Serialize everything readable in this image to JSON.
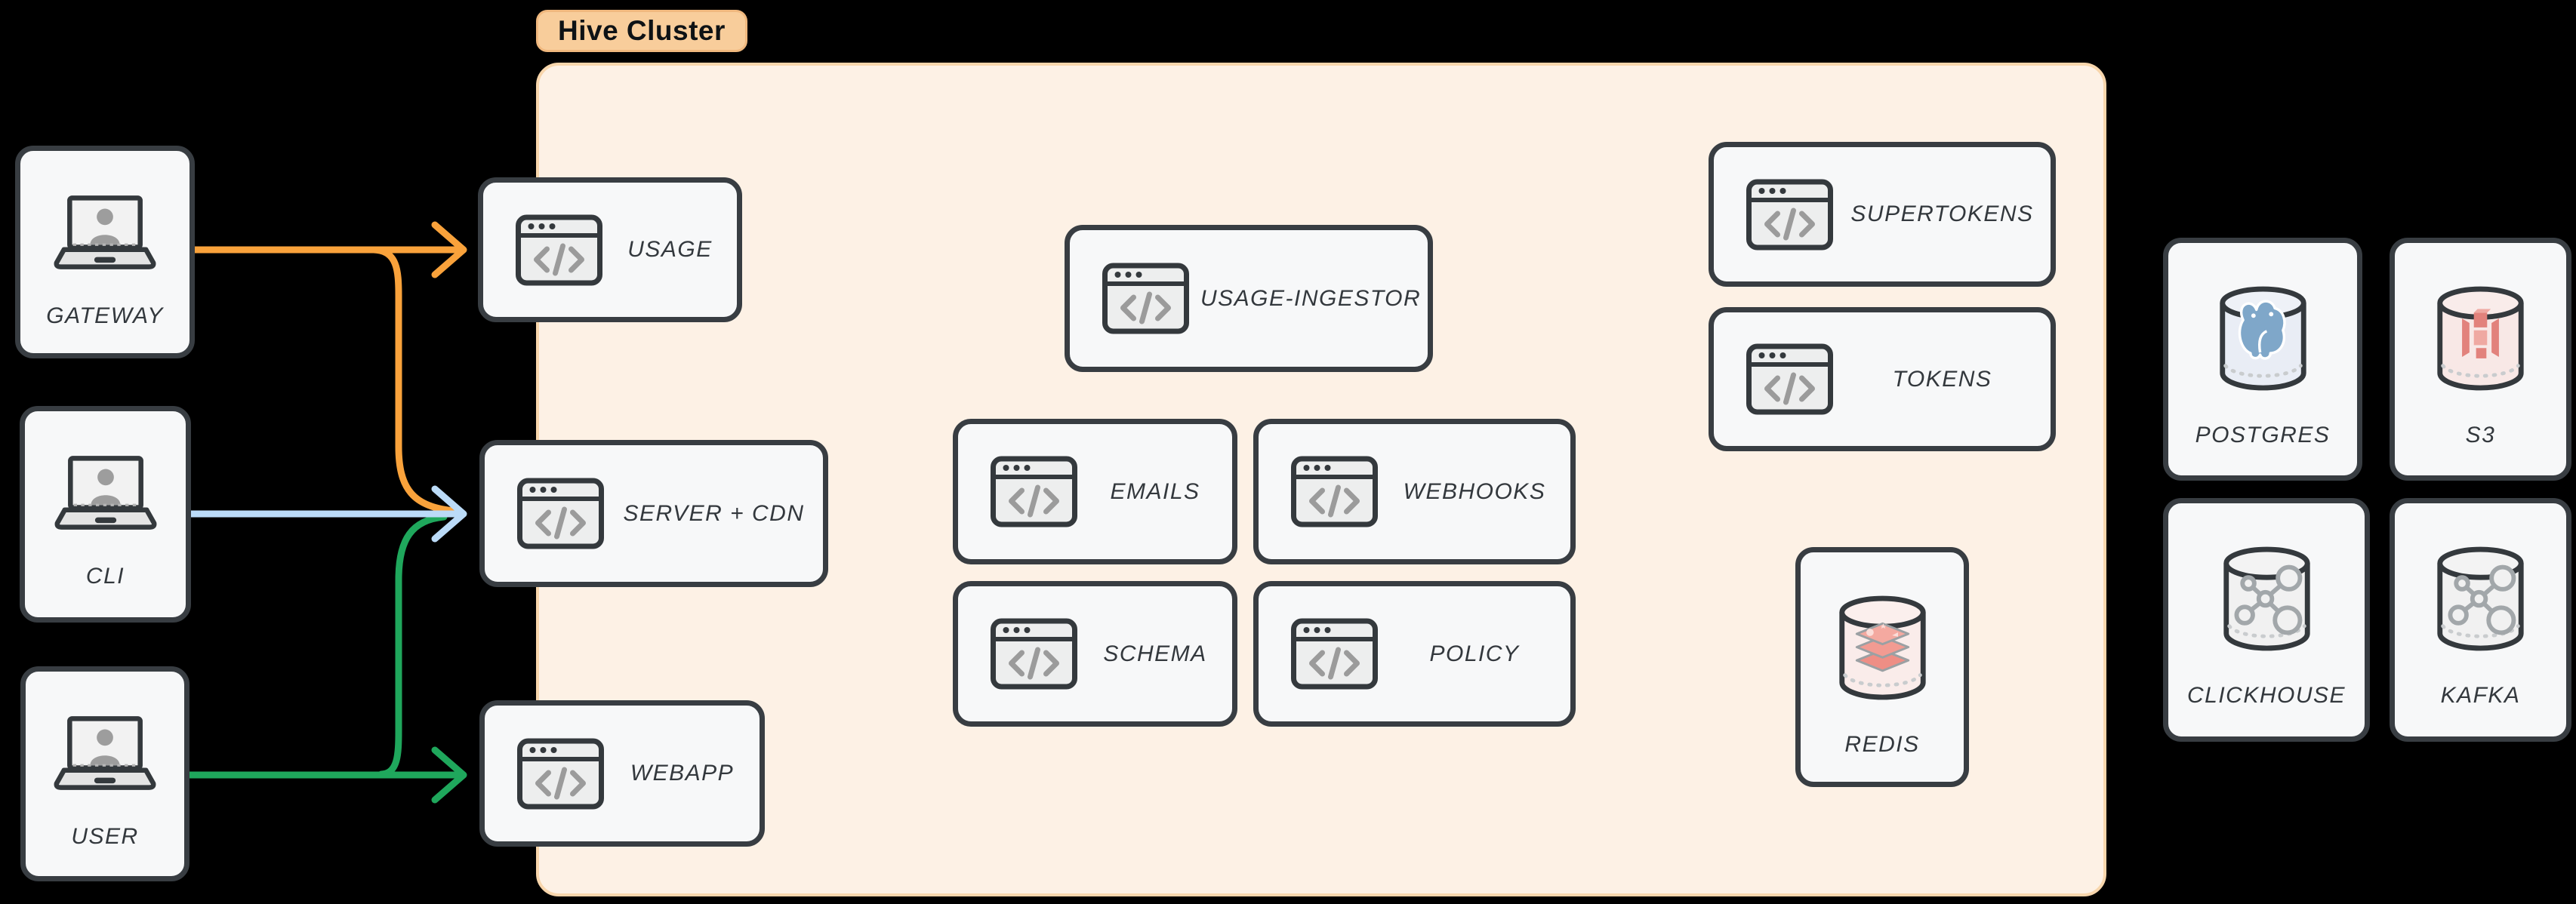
{
  "diagram": {
    "cluster": {
      "label": "Hive Cluster"
    },
    "clients": [
      {
        "id": "gateway",
        "label": "GATEWAY"
      },
      {
        "id": "cli",
        "label": "CLI"
      },
      {
        "id": "user",
        "label": "USER"
      }
    ],
    "services": [
      {
        "id": "usage",
        "label": "USAGE"
      },
      {
        "id": "server-cdn",
        "label": "SERVER + CDN"
      },
      {
        "id": "webapp",
        "label": "WEBAPP"
      },
      {
        "id": "usage-ingestor",
        "label": "USAGE-INGESTOR"
      },
      {
        "id": "emails",
        "label": "EMAILS"
      },
      {
        "id": "webhooks",
        "label": "WEBHOOKS"
      },
      {
        "id": "schema",
        "label": "SCHEMA"
      },
      {
        "id": "policy",
        "label": "POLICY"
      },
      {
        "id": "supertokens",
        "label": "SUPERTOKENS"
      },
      {
        "id": "tokens",
        "label": "TOKENS"
      },
      {
        "id": "redis",
        "label": "REDIS"
      }
    ],
    "databases": [
      {
        "id": "postgres",
        "label": "POSTGRES"
      },
      {
        "id": "s3",
        "label": "S3"
      },
      {
        "id": "clickhouse",
        "label": "CLICKHOUSE"
      },
      {
        "id": "kafka",
        "label": "KAFKA"
      }
    ],
    "edges": [
      {
        "from": "user",
        "to": "server-cdn",
        "color": "#1FA75C"
      },
      {
        "from": "gateway",
        "to": "server-cdn",
        "color": "#F9A23B"
      },
      {
        "from": "cli",
        "to": "server-cdn",
        "color": "#BBDBF8"
      },
      {
        "from": "user",
        "to": "webapp",
        "color": "#1FA75C"
      },
      {
        "from": "gateway",
        "to": "usage",
        "color": "#F9A23B"
      }
    ],
    "colors": {
      "background": "#000000",
      "cluster_bg": "#FDF1E5",
      "cluster_border": "#F8D6AC",
      "pill_bg": "#F8CD9B",
      "node_bg": "#F7F8F9",
      "node_border": "#383D42",
      "arrow_orange": "#F9A23B",
      "arrow_blue": "#BBDBF8",
      "arrow_green": "#1FA75C",
      "redis_red": "#F0938B",
      "postgres_blue": "#7FA7C9",
      "s3_red": "#E2827C"
    }
  }
}
